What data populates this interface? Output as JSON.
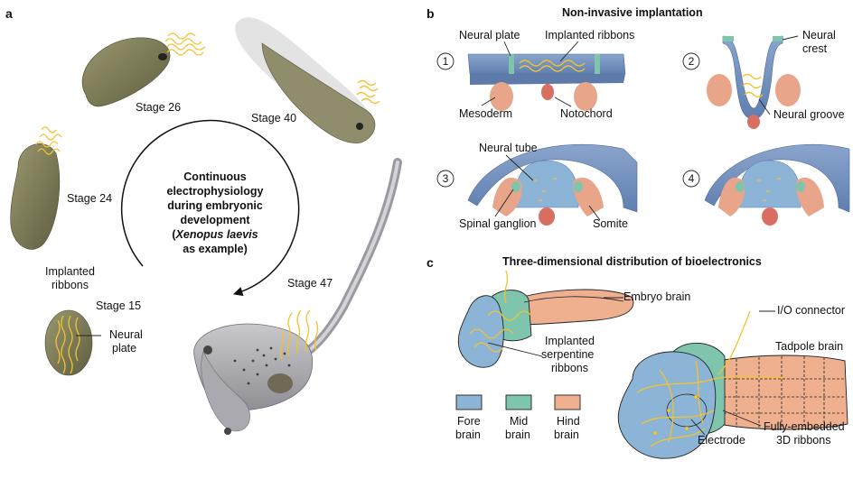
{
  "panels": {
    "a": "a",
    "b": "b",
    "c": "c"
  },
  "panel_a": {
    "stages": {
      "s26": "Stage 26",
      "s40": "Stage 40",
      "s24": "Stage 24",
      "s15": "Stage 15",
      "s47": "Stage 47"
    },
    "implanted_1": "Implanted",
    "implanted_2": "ribbons",
    "neural_1": "Neural",
    "neural_2": "plate",
    "center": {
      "l1": "Continuous",
      "l2": "electrophysiology",
      "l3": "during embryonic",
      "l4": "development",
      "l5_open": "(",
      "l5_italic": "Xenopus laevis",
      "l6": "as example)"
    }
  },
  "panel_b": {
    "title": "Non-invasive implantation",
    "steps": [
      "1",
      "2",
      "3",
      "4"
    ],
    "labels": {
      "neural_plate": "Neural plate",
      "implanted_ribbons": "Implanted ribbons",
      "neural_crest_1": "Neural",
      "neural_crest_2": "crest",
      "mesoderm": "Mesoderm",
      "notochord": "Notochord",
      "neural_groove": "Neural groove",
      "neural_tube": "Neural tube",
      "spinal_ganglion": "Spinal ganglion",
      "somite": "Somite"
    }
  },
  "panel_c": {
    "title": "Three-dimensional distribution of bioelectronics",
    "labels": {
      "embryo_brain": "Embryo brain",
      "io_connector": "I/O connector",
      "tadpole_brain": "Tadpole brain",
      "implanted_serp_1": "Implanted",
      "implanted_serp_2": "serpentine",
      "implanted_serp_3": "ribbons",
      "electrode": "Electrode",
      "fully_1": "Fully-embedded",
      "fully_2": "3D ribbons"
    },
    "legend": [
      {
        "l1": "Fore",
        "l2": "brain",
        "color": "#8cb4d6"
      },
      {
        "l1": "Mid",
        "l2": "brain",
        "color": "#7fc4ad"
      },
      {
        "l1": "Hind",
        "l2": "brain",
        "color": "#efb090"
      }
    ]
  },
  "colors": {
    "fore": "#8cb4d6",
    "mid": "#7fc4ad",
    "hind": "#efb090",
    "ribbon": "#f2c230",
    "embryo": "#7b7a55",
    "tissue": "#7f9cc4",
    "somite": "#e8a58a",
    "notochord": "#d96f62"
  }
}
